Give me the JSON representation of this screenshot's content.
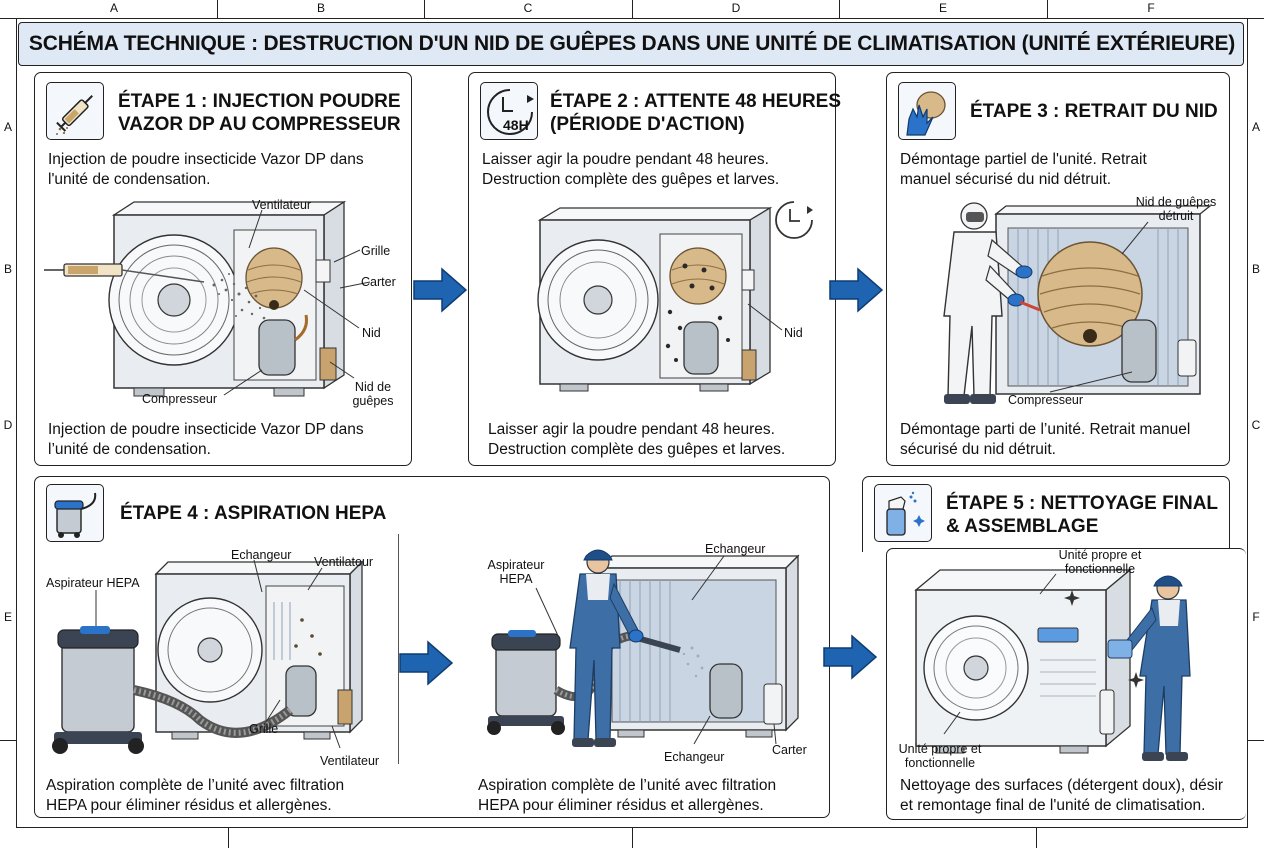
{
  "ruler": {
    "columns": [
      "A",
      "B",
      "C",
      "D",
      "E",
      "F"
    ],
    "rows_left": [
      "A",
      "B",
      "D",
      "E"
    ],
    "rows_right": [
      "A",
      "B",
      "C",
      "F"
    ]
  },
  "title": "SCHÉMA TECHNIQUE : DESTRUCTION D'UN NID DE GUÊPES DANS UNE UNITÉ DE CLIMATISATION (UNITÉ EXTÉRIEURE)",
  "colors": {
    "title_bg": "#dfe9f5",
    "arrow_blue": "#1f64b0",
    "unit_body": "#e9edf1",
    "nest": "#d8b98a",
    "suit_blue": "#3d6fa6",
    "glove_blue": "#2b72c9"
  },
  "steps": [
    {
      "heading_line1": "ÉTAPE 1 : INJECTION POUDRE",
      "heading_line2": "VAZOR DP AU COMPRESSEUR",
      "desc_top_line1": "Injection de poudre insecticide Vazor DP dans",
      "desc_top_line2": "l'unité de condensation.",
      "desc_bottom_line1": "Injection de poudre insecticide Vazor DP dans",
      "desc_bottom_line2": "l’unité de condensation.",
      "icon": "syringe-icon",
      "labels": {
        "ventilateur": "Ventilateur",
        "grille": "Grille",
        "carter": "Carter",
        "nid": "Nid",
        "compresseur": "Compresseur",
        "nid_de_guepes_1": "Nid de",
        "nid_de_guepes_2": "guêpes"
      }
    },
    {
      "heading_line1": "ÉTAPE 2 : ATTENTE 48 HEURES",
      "heading_line2": "(PÉRIODE D'ACTION)",
      "desc_top_line1": "Laisser agir la poudre pendant 48 heures.",
      "desc_top_line2": "Destruction complète des guêpes et larves.",
      "desc_bottom_line1": "Laisser agir la poudre pendant 48 heures.",
      "desc_bottom_line2": "Destruction complète des guêpes et larves.",
      "icon": "clock-48h-icon",
      "icon_text": "48H",
      "labels": {
        "nid": "Nid"
      }
    },
    {
      "heading_line1": "ÉTAPE 3 : RETRAIT DU NID",
      "desc_top_line1": "Démontage partiel de l'unité. Retrait",
      "desc_top_line2": "manuel sécurisé du nid détruit.",
      "desc_bottom_line1": "Démontage parti de l’unité. Retrait manuel",
      "desc_bottom_line2": "sécurisé du nid détruit.",
      "icon": "glove-nest-icon",
      "labels": {
        "nid_detruit_1": "Nid de guêpes",
        "nid_detruit_2": "détruit",
        "compresseur": "Compresseur"
      }
    },
    {
      "heading_line1": "ÉTAPE 4 : ASPIRATION HEPA",
      "desc_a_line1": "Aspiration complète de l’unité avec filtration",
      "desc_a_line2": "HEPA pour éliminer résidus et allergènes.",
      "desc_b_line1": "Aspiration complète de l’unité avec filtration",
      "desc_b_line2": "HEPA pour éliminer résidus et allergènes.",
      "icon": "vacuum-icon",
      "labels": {
        "echangeur_a": "Echangeur",
        "ventilateur_a": "Ventilateur",
        "aspirateur_a": "Aspirateur HEPA",
        "grille_a": "Grille",
        "ventilateur_a2": "Ventilateur",
        "aspirateur_b1": "Aspirateur",
        "aspirateur_b2": "HEPA",
        "echangeur_b": "Echangeur",
        "echangeur_b2": "Echangeur",
        "carter_b": "Carter"
      }
    },
    {
      "heading_line1": "ÉTAPE 5 : NETTOYAGE FINAL",
      "heading_line2": "& ASSEMBLAGE",
      "desc_bottom_line1": "Nettoyage des surfaces (détergent doux), désir",
      "desc_bottom_line2": "et remontage final de l'unité de climatisation.",
      "icon": "spray-cleaning-icon",
      "labels": {
        "unite_propre_1": "Unité propre et",
        "unite_propre_2": "fonctionnelle",
        "unite_propre_3": "Unité propre et",
        "unite_propre_4": "fonctionnelle"
      }
    }
  ]
}
